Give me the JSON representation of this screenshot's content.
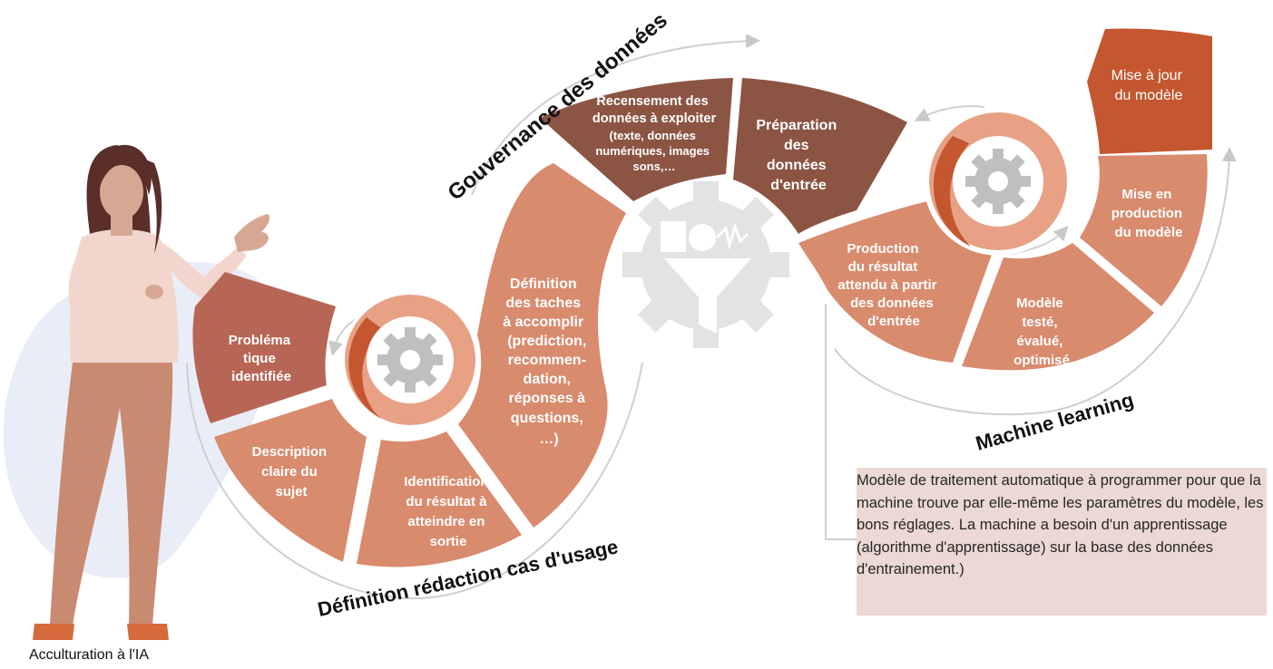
{
  "phases": {
    "gouvernance": "Gouvernance des données",
    "definition": "Définition rédaction cas d'usage",
    "machine_learning": "Machine learning"
  },
  "steps": {
    "problematique": [
      "Probléma",
      "tique",
      "identifiée"
    ],
    "description": [
      "Description",
      "claire du",
      "sujet"
    ],
    "identification": [
      "Identification",
      "du résultat à",
      "atteindre en",
      "sortie"
    ],
    "definition_taches": [
      "Définition",
      "des taches",
      "à accomplir",
      "(prediction,",
      "recommen-",
      "dation,",
      "réponses à",
      "questions,",
      "…)"
    ],
    "recensement_title": [
      "Recensement des",
      "données à exploiter"
    ],
    "recensement_detail": [
      "(texte, données",
      "numériques, images",
      "sons,…"
    ],
    "preparation": [
      "Préparation",
      "des",
      "données",
      "d'entrée"
    ],
    "production": [
      "Production",
      "du résultat",
      "attendu à partir",
      "des données",
      "d'entrée"
    ],
    "modele_teste": [
      "Modèle",
      "testé,",
      "évalué,",
      "optimisé"
    ],
    "mise_production": [
      "Mise en",
      "production",
      "du modèle"
    ],
    "mise_a_jour": [
      "Mise à jour",
      "du modèle"
    ]
  },
  "note": "Modèle de traitement automatique à programmer pour que la machine trouve par elle-même les paramètres du modèle, les bons réglages. La machine a besoin d'un apprentissage (algorithme d'apprentissage) sur la base des données d'entrainement.)",
  "person_caption": "Acculturation à l'IA",
  "colors": {
    "salmon": "#d98b6e",
    "brown": "#8c5443",
    "mid": "#b76655",
    "dark_orange": "#c4572f",
    "gear": "#bfbfbf",
    "note_bg": "#ecd9d3"
  },
  "icons": [
    "gear-icon",
    "filter-icon",
    "document-icon",
    "camera-icon",
    "arrow-icon"
  ]
}
